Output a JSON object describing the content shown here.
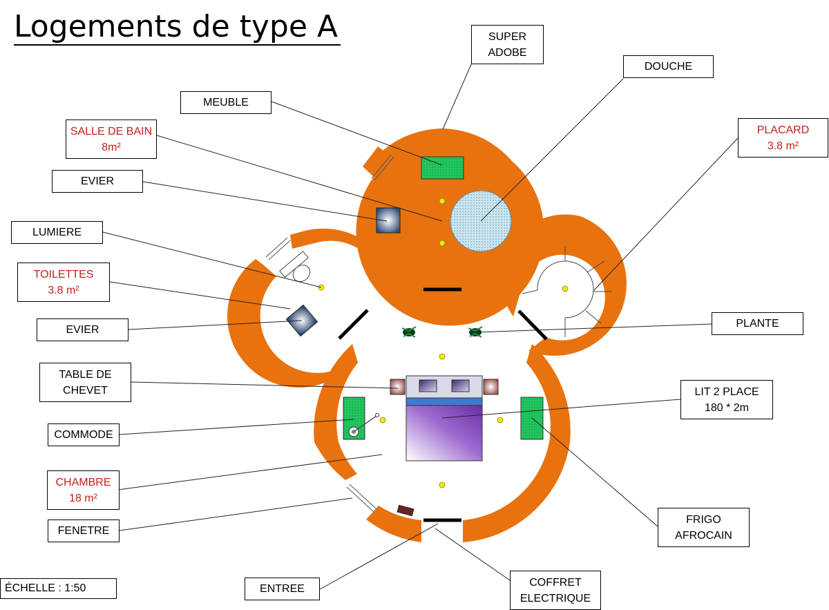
{
  "title": "Logements de type A",
  "scale": "ÉCHELLE :  1:50",
  "colors": {
    "wall": "#e8720e",
    "furniture": "#1fc45a",
    "light": "#f2e81a",
    "bed": "#7b3fb0"
  },
  "labels": {
    "super_adobe": [
      "SUPER",
      "ADOBE"
    ],
    "douche": [
      "DOUCHE"
    ],
    "meuble": [
      "MEUBLE"
    ],
    "salle_de_bain": [
      "SALLE DE BAIN",
      "8m²"
    ],
    "placard": [
      "PLACARD",
      "3.8 m²"
    ],
    "evier_top": [
      "EVIER"
    ],
    "lumiere": [
      "LUMIERE"
    ],
    "toilettes": [
      "TOILETTES",
      "3.8 m²"
    ],
    "evier_bottom": [
      "EVIER"
    ],
    "plante": [
      "PLANTE"
    ],
    "table_de_chevet": [
      "TABLE DE",
      "CHEVET"
    ],
    "lit": [
      "LIT 2 PLACE",
      "180 * 2m"
    ],
    "commode": [
      "COMMODE"
    ],
    "chambre": [
      "CHAMBRE",
      "18 m²"
    ],
    "fenetre": [
      "FENETRE"
    ],
    "frigo": [
      "FRIGO",
      "AFROCAIN"
    ],
    "entree": [
      "ENTREE"
    ],
    "coffret": [
      "COFFRET",
      "ELECTRIQUE"
    ]
  }
}
